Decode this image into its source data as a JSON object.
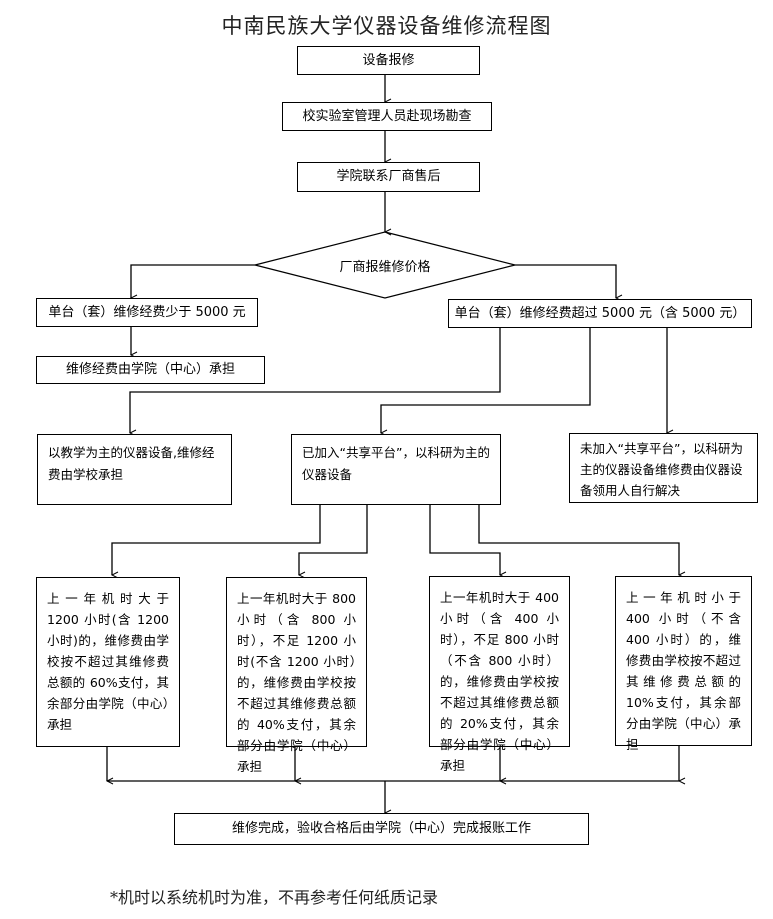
{
  "title": "中南民族大学仪器设备维修流程图",
  "steps": {
    "report": "设备报修",
    "inspect": "校实验室管理人员赴现场勘查",
    "contact": "学院联系厂商售后",
    "quote": "厂商报维修价格"
  },
  "branches": {
    "under_5000": "单台（套）维修经费少于 5000 元",
    "under_5000_result": "维修经费由学院（中心）承担",
    "over_5000": "单台（套）维修经费超过 5000 元（含 5000 元）"
  },
  "categories": {
    "teaching": "以教学为主的仪器设备,维修经费由学校承担",
    "shared_research": "已加入“共享平台”，以科研为主的仪器设备",
    "unshared_research": "未加入“共享平台”，以科研为主的仪器设备维修费由仪器设备领用人自行解决"
  },
  "usage_tiers": [
    "上一年机时大于 1200 小时(含 1200 小时)的，维修费由学校按不超过其维修费总额的 60%支付，其余部分由学院（中心）承担",
    "上一年机时大于 800 小时（含 800 小时），不足 1200 小时(不含 1200 小时）的，维修费由学校按不超过其维修费总额的 40%支付，其余部分由学院（中心）承担",
    "上一年机时大于 400 小时（含 400 小时），不足 800 小时（不含 800 小时）的，维修费由学校按不超过其维修费总额的 20%支付，其余部分由学院（中心）承担",
    "上一年机时小于 400 小时（不含 400 小时）的，维修费由学校按不超过其维修费总额的 10%支付，其余部分由学院（中心）承担"
  ],
  "final": "维修完成，验收合格后由学院（中心）完成报账工作",
  "footnote": "*机时以系统机时为准，不再参考任何纸质记录"
}
